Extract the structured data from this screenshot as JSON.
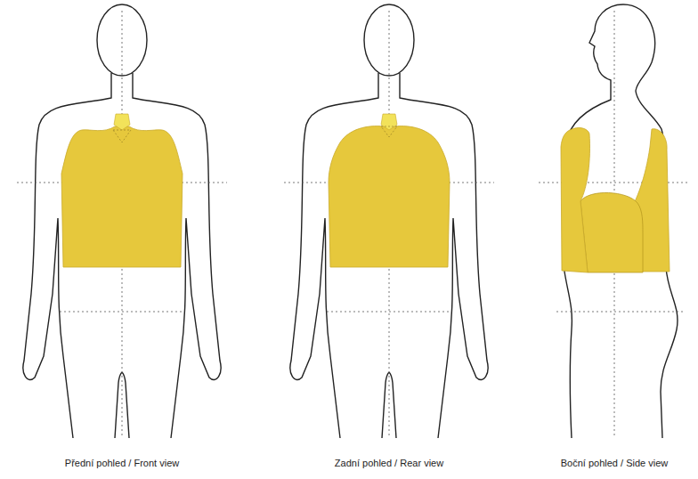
{
  "diagram": {
    "labels": [
      "Přední pohled / Front view",
      "Zadní pohled / Rear view",
      "Boční pohled / Side view"
    ]
  }
}
